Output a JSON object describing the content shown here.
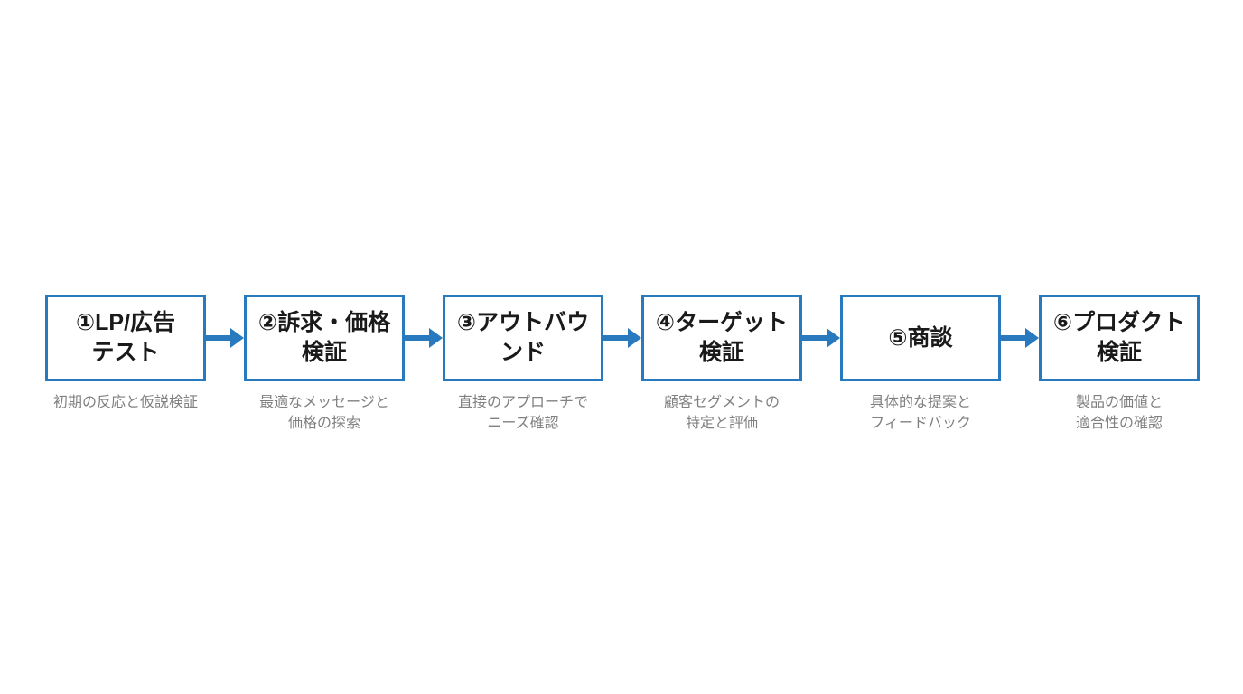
{
  "diagram": {
    "type": "flowchart",
    "direction": "left-to-right",
    "accent_color": "#2879BE",
    "title_color": "#1a1a1a",
    "caption_color": "#808080",
    "background_color": "#ffffff",
    "steps": [
      {
        "title": "①LP/広告テスト",
        "title_lines": [
          "①LP/広告",
          "テスト"
        ],
        "caption": "初期の反応と仮説検証",
        "caption_lines": [
          "初期の反応と仮説検証"
        ]
      },
      {
        "title": "②訴求・価格検証",
        "title_lines": [
          "②訴求・価格",
          "検証"
        ],
        "caption": "最適なメッセージと価格の探索",
        "caption_lines": [
          "最適なメッセージと",
          "価格の探索"
        ]
      },
      {
        "title": "③アウトバウンド",
        "title_lines": [
          "③アウトバウ",
          "ンド"
        ],
        "caption": "直接のアプローチでニーズ確認",
        "caption_lines": [
          "直接のアプローチで",
          "ニーズ確認"
        ]
      },
      {
        "title": "④ターゲット検証",
        "title_lines": [
          "④ターゲット",
          "検証"
        ],
        "caption": "顧客セグメントの特定と評価",
        "caption_lines": [
          "顧客セグメントの",
          "特定と評価"
        ]
      },
      {
        "title": "⑤商談",
        "title_lines": [
          "⑤商談"
        ],
        "caption": "具体的な提案とフィードバック",
        "caption_lines": [
          "具体的な提案と",
          "フィードバック"
        ]
      },
      {
        "title": "⑥プロダクト検証",
        "title_lines": [
          "⑥プロダクト",
          "検証"
        ],
        "caption": "製品の価値と適合性の確認",
        "caption_lines": [
          "製品の価値と",
          "適合性の確認"
        ]
      }
    ]
  }
}
